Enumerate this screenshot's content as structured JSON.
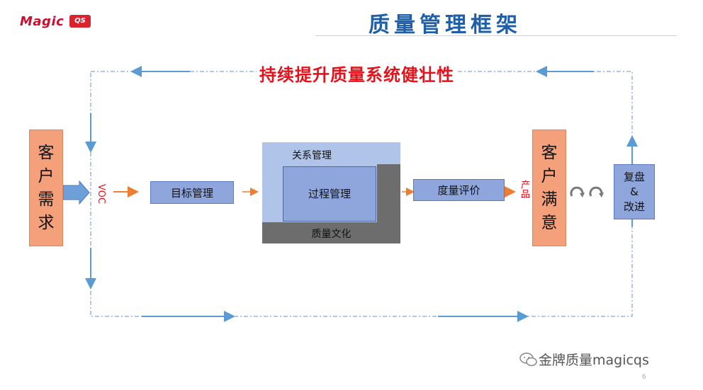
{
  "logo": {
    "text": "Magic",
    "badge": "QS"
  },
  "title": "质量管理框架",
  "heading": "持续提升质量系统健壮性",
  "left_box": {
    "chars": [
      "客",
      "户",
      "需",
      "求"
    ]
  },
  "voc_label": "VOC",
  "target_box": "目标管理",
  "center": {
    "relation": "关系管理",
    "process": "过程管理",
    "culture": "质量文化"
  },
  "measure_box": "度量评价",
  "product_label": "产品",
  "right_box": {
    "chars": [
      "客",
      "户",
      "满",
      "意"
    ]
  },
  "review_box": {
    "line1": "复盘",
    "line2": "&",
    "line3": "改进"
  },
  "footer": "金牌质量magicqs",
  "page_number": "6",
  "colors": {
    "title_blue": "#1f5fa8",
    "heading_red": "#e8111a",
    "orange_box": "#f4a07a",
    "blue_box": "#8fa6dd",
    "arrow_blue": "#5b9bd5",
    "arrow_orange": "#ed7d31"
  }
}
